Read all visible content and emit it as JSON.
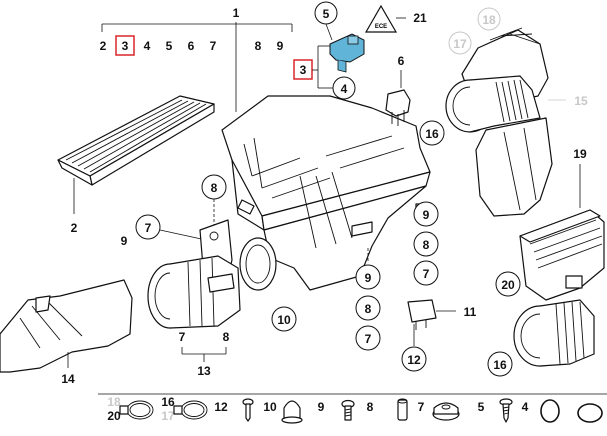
{
  "diagram": {
    "top_ref_row": [
      "2",
      "3",
      "4",
      "5",
      "6",
      "7",
      "8",
      "9"
    ],
    "top_ref_highlight": "3",
    "callouts": {
      "c1": "1",
      "c5": "5",
      "c21": "21",
      "c3b": "3",
      "c4": "4",
      "c6": "6",
      "c18": "18",
      "c17": "17",
      "c15": "15",
      "c16a": "16",
      "c19": "19",
      "c2": "2",
      "c8a": "8",
      "c7a": "7",
      "c9a": "9",
      "c10": "10",
      "c9b": "9",
      "c8b": "8",
      "c7b": "7",
      "c7c": "7",
      "c8c": "8",
      "c13": "13",
      "c9c": "9",
      "c8d": "8",
      "c7d": "7",
      "c11": "11",
      "c12": "12",
      "c20": "20",
      "c16b": "16",
      "c14": "14"
    },
    "warning_label": "ECE",
    "bottom_ref_row": [
      {
        "top": "18",
        "bottom": "20",
        "icon": "hose-clamp-icon"
      },
      {
        "top": "16",
        "bottom": "17",
        "icon": "hose-clamp-icon"
      },
      {
        "label": "12",
        "icon": "expanding-rivet-icon"
      },
      {
        "label": "10",
        "icon": "rubber-grommet-icon"
      },
      {
        "label": "9",
        "icon": "screw-icon"
      },
      {
        "label": "8",
        "icon": "spacer-sleeve-icon"
      },
      {
        "label": "7",
        "icon": "rubber-mount-icon"
      },
      {
        "label": "5",
        "icon": "self-tapping-screw-icon"
      },
      {
        "label": "4",
        "icon": "o-ring-icon"
      },
      {
        "label": "",
        "icon": "sealing-ring-icon"
      }
    ]
  },
  "colors": {
    "highlight_box": "#d9262b",
    "sensor_part": "#5fb4d8",
    "superseded_parts": "#c8c8c8"
  }
}
